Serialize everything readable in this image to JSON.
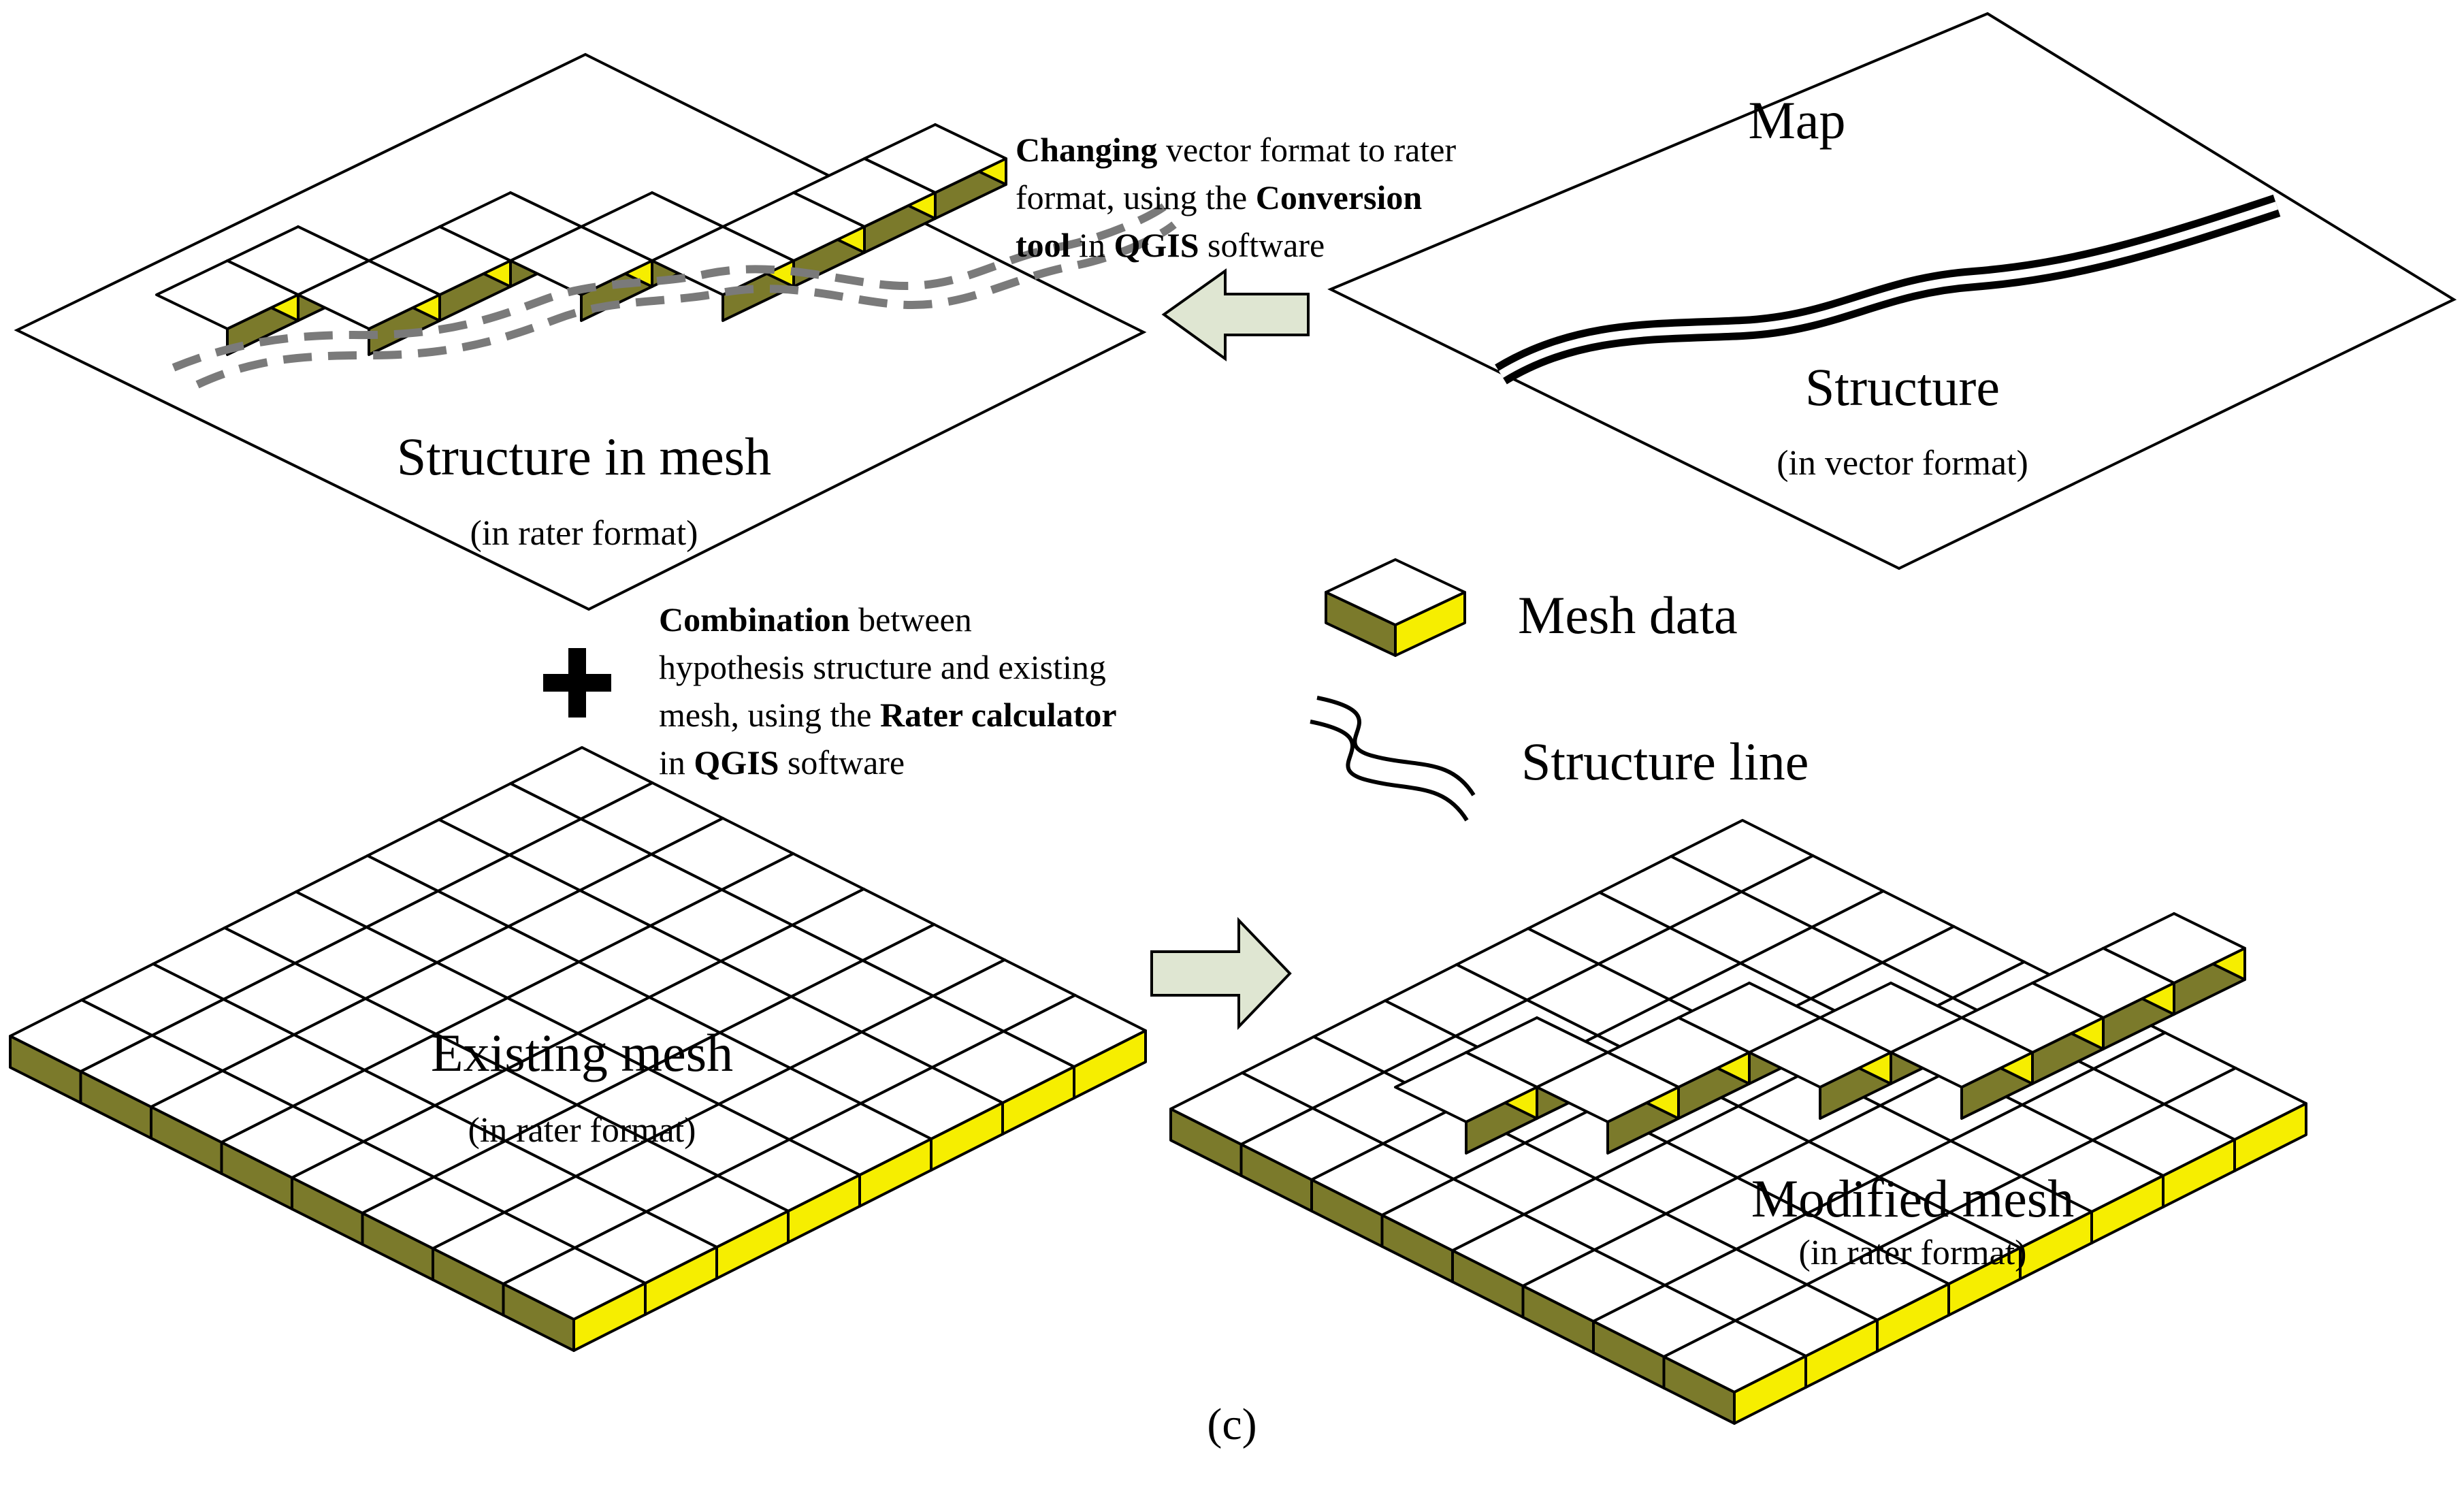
{
  "panels": {
    "map": {
      "title": "Map",
      "structure_label": "Structure",
      "structure_format": "(in vector format)"
    },
    "structure_mesh": {
      "label": "Structure in mesh",
      "format": "(in rater format)"
    },
    "existing_mesh": {
      "label": "Existing mesh",
      "format": "(in rater format)"
    },
    "modified_mesh": {
      "label": "Modified mesh",
      "format": "(in rater format)"
    }
  },
  "notes": {
    "conversion": {
      "line1_bold": "Changing",
      "line1_rest": " vector format to rater",
      "line2_pre": "format, using the ",
      "line2_bold": "Conversion",
      "line3_bold1": "tool",
      "line3_mid": " in ",
      "line3_bold2": "QGIS",
      "line3_rest": " software"
    },
    "combination": {
      "line1_bold": "Combination",
      "line1_rest": " between",
      "line2": "hypothesis structure and existing",
      "line3_pre": "mesh, using the ",
      "line3_bold": "Rater calculator",
      "line4_pre": "in ",
      "line4_bold": "QGIS",
      "line4_rest": " software"
    },
    "plus_sign": "+"
  },
  "legend": {
    "mesh_data": "Mesh data",
    "structure_line": "Structure line"
  },
  "caption": "(c)",
  "colors": {
    "top_face": "#ffffff",
    "left_face": "#7b7a2b",
    "right_face": "#f6ee00",
    "outline": "#000000",
    "arrow_fill": "#dfe6d2",
    "dashed_line": "#7a7a7a"
  }
}
